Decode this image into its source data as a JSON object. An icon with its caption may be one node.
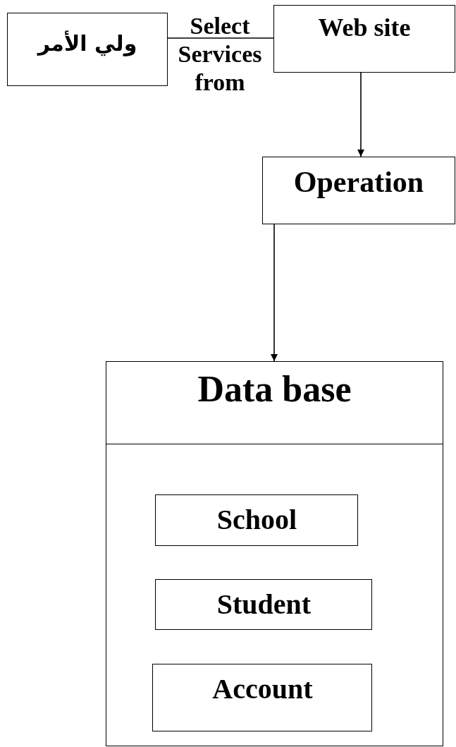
{
  "diagram": {
    "nodes": [
      {
        "text": [
          "ولي الأمر"
        ]
      },
      {
        "text": [
          "Web site"
        ]
      },
      {
        "text": [
          "Operation"
        ]
      },
      {
        "text": [
          "Data base"
        ]
      },
      {
        "text": [
          "School"
        ],
        "in": 3
      },
      {
        "text": [
          "Student"
        ],
        "in": 3
      },
      {
        "text": [
          "Account"
        ],
        "in": 3
      }
    ],
    "edges": [
      {
        "from": 0,
        "to": 1,
        "arrow": "none",
        "label": "Select Services from"
      },
      {
        "from": 1,
        "to": 2,
        "arrow": "to"
      },
      {
        "from": 2,
        "to": 3,
        "arrow": "to"
      }
    ]
  }
}
